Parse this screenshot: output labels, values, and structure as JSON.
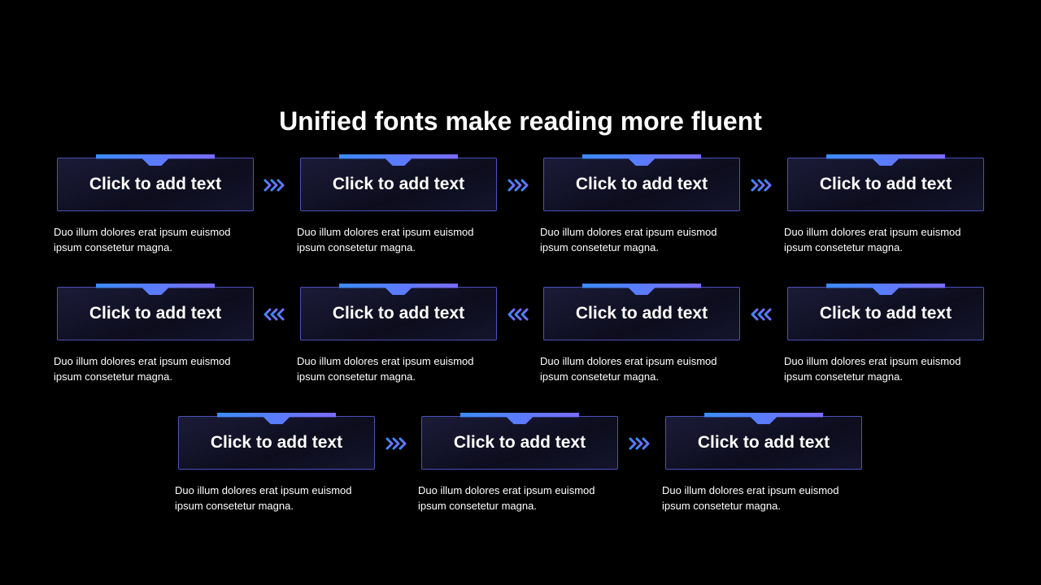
{
  "title": "Unified fonts make reading more fluent",
  "accent_color": "#3b8cff",
  "accent_color_2": "#7a6bff",
  "border_color": "#4d51b8",
  "steps": [
    {
      "label": "Click to add text",
      "desc": "Duo illum dolores erat ipsum euismod ipsum consetetur magna."
    },
    {
      "label": "Click to add text",
      "desc": "Duo illum dolores erat ipsum euismod ipsum consetetur magna."
    },
    {
      "label": "Click to add text",
      "desc": "Duo illum dolores erat ipsum euismod ipsum consetetur magna."
    },
    {
      "label": "Click to add text",
      "desc": "Duo illum dolores erat ipsum euismod ipsum consetetur magna."
    },
    {
      "label": "Click to add text",
      "desc": "Duo illum dolores erat ipsum euismod ipsum consetetur magna."
    },
    {
      "label": "Click to add text",
      "desc": "Duo illum dolores erat ipsum euismod ipsum consetetur magna."
    },
    {
      "label": "Click to add text",
      "desc": "Duo illum dolores erat ipsum euismod ipsum consetetur magna."
    },
    {
      "label": "Click to add text",
      "desc": "Duo illum dolores erat ipsum euismod ipsum consetetur magna."
    },
    {
      "label": "Click to add text",
      "desc": "Duo illum dolores erat ipsum euismod ipsum consetetur magna."
    },
    {
      "label": "Click to add text",
      "desc": "Duo illum dolores erat ipsum euismod ipsum consetetur magna."
    },
    {
      "label": "Click to add text",
      "desc": "Duo illum dolores erat ipsum euismod ipsum consetetur magna."
    }
  ],
  "arrows": [
    {
      "icon": "chevrons-right-icon"
    },
    {
      "icon": "chevrons-right-icon"
    },
    {
      "icon": "chevrons-right-icon"
    },
    {
      "icon": "chevrons-left-icon"
    },
    {
      "icon": "chevrons-left-icon"
    },
    {
      "icon": "chevrons-left-icon"
    },
    {
      "icon": "chevrons-right-icon"
    },
    {
      "icon": "chevrons-right-icon"
    }
  ]
}
